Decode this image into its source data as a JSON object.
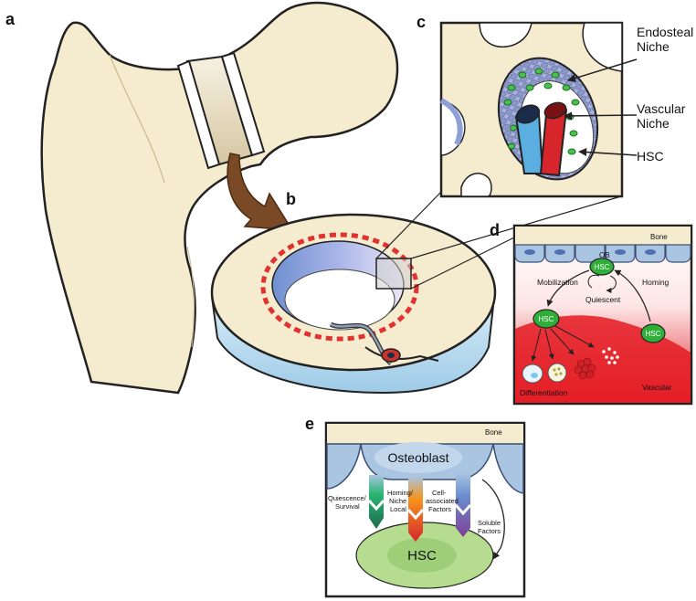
{
  "panels": {
    "a": "a",
    "b": "b",
    "c": "c",
    "d": "d",
    "e": "e"
  },
  "panel_c": {
    "endosteal_line1": "Endosteal",
    "endosteal_line2": "Niche",
    "vascular_line1": "Vascular",
    "vascular_line2": "Niche",
    "hsc": "HSC"
  },
  "panel_d": {
    "bone": "Bone",
    "ob": "OB",
    "hsc_top": "HSC",
    "hsc_left": "HSC",
    "hsc_right": "HSC",
    "mobilization": "Mobilization",
    "homing": "Homing",
    "quiescent": "Quiescent",
    "differentiation": "Differentiation",
    "vascular": "Vascular"
  },
  "panel_e": {
    "bone": "Bone",
    "osteoblast": "Osteoblast",
    "quiescence_line1": "Quiescence/",
    "quiescence_line2": "Survival",
    "homing_line1": "Homing/",
    "homing_line2": "Niche",
    "homing_line3": "Local",
    "cell_line1": "Cell-",
    "cell_line2": "associated",
    "cell_line3": "Factors",
    "soluble_line1": "Soluble",
    "soluble_line2": "Factors",
    "hsc": "HSC"
  },
  "colors": {
    "bone": "#f5ebcf",
    "bone_shadow": "#e6d9b4",
    "marrow_lavender": "#c9c4ea",
    "endosteal_cells": "#8f9ccc",
    "hsc_green": "#2fae3a",
    "artery_red": "#d7262b",
    "vein_blue": "#5aaee0",
    "osteoblast_blue": "#a9c5e2",
    "hsc_light_green": "#b6dd8f",
    "dotted_red": "#e1322f"
  }
}
